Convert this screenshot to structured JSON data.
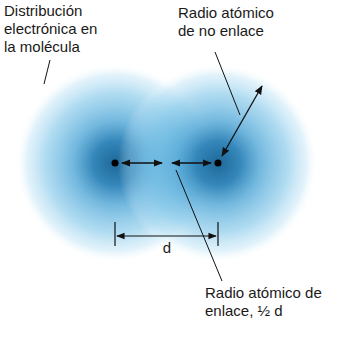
{
  "diagram": {
    "labels": [
      "Distribución electrónica en la molécula",
      "Radio atómico de no enlace",
      "d",
      "Radio atómico de enlace, ½ d"
    ]
  }
}
